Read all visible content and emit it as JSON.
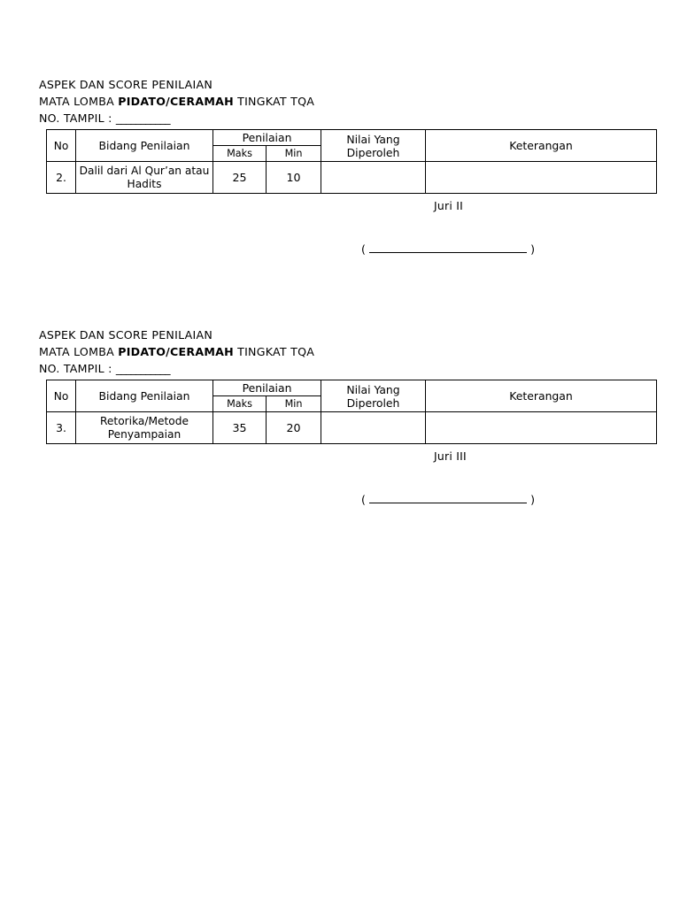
{
  "document": {
    "blocks": [
      {
        "title_line_1": "ASPEK DAN SCORE PENILAIAN",
        "title_line_2_prefix": "MATA LOMBA ",
        "title_line_2_bold": "PIDATO/CERAMAH",
        "title_line_2_suffix": " TINGKAT TQA",
        "tampil_label": "NO. TAMPIL : ",
        "tampil_blank": "___________",
        "table": {
          "headers": {
            "no": "No",
            "bidang": "Bidang Penilaian",
            "penilaian": "Penilaian",
            "maks": "Maks",
            "min": "Min",
            "nilai": "Nilai Yang Diperoleh",
            "keterangan": "Keterangan"
          },
          "rows": [
            {
              "no": "2.",
              "bidang": "Dalil dari Al Qur’an atau Hadits",
              "maks": "25",
              "min": "10",
              "nilai": "",
              "keterangan": ""
            }
          ]
        },
        "signature": {
          "juri_label": "Juri II",
          "open_paren": "(",
          "close_paren": ")"
        }
      },
      {
        "title_line_1": "ASPEK DAN SCORE PENILAIAN",
        "title_line_2_prefix": "MATA LOMBA ",
        "title_line_2_bold": "PIDATO/CERAMAH",
        "title_line_2_suffix": " TINGKAT TQA",
        "tampil_label": "NO. TAMPIL : ",
        "tampil_blank": "___________",
        "table": {
          "headers": {
            "no": "No",
            "bidang": "Bidang Penilaian",
            "penilaian": "Penilaian",
            "maks": "Maks",
            "min": "Min",
            "nilai": "Nilai Yang Diperoleh",
            "keterangan": "Keterangan"
          },
          "rows": [
            {
              "no": "3.",
              "bidang": "Retorika/Metode Penyampaian",
              "maks": "35",
              "min": "20",
              "nilai": "",
              "keterangan": ""
            }
          ]
        },
        "signature": {
          "juri_label": "Juri III",
          "open_paren": "(",
          "close_paren": ")"
        }
      }
    ]
  }
}
